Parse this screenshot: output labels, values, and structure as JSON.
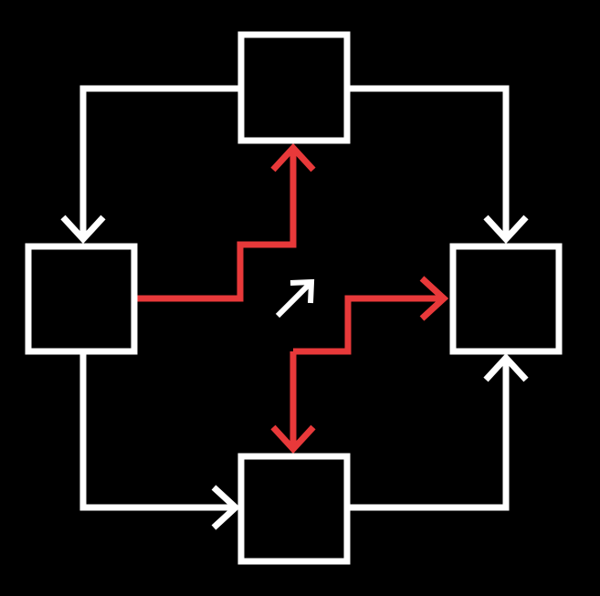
{
  "colors": {
    "background": "#000000",
    "outline": "#ffffff",
    "highlight": "#e8393a"
  },
  "nodes": [
    {
      "id": "top",
      "label": ""
    },
    {
      "id": "left",
      "label": ""
    },
    {
      "id": "right",
      "label": ""
    },
    {
      "id": "bottom",
      "label": ""
    }
  ],
  "edges": [
    {
      "from": "top",
      "to": "left",
      "style": "outline"
    },
    {
      "from": "top",
      "to": "right",
      "style": "outline"
    },
    {
      "from": "left",
      "to": "bottom",
      "style": "outline"
    },
    {
      "from": "bottom",
      "to": "right",
      "style": "outline"
    },
    {
      "from": "left",
      "to": "top",
      "style": "highlight"
    },
    {
      "from": "center",
      "to": "right",
      "style": "highlight"
    },
    {
      "from": "center",
      "to": "bottom",
      "style": "highlight"
    }
  ],
  "center_icon": "arrow-up-right-icon"
}
